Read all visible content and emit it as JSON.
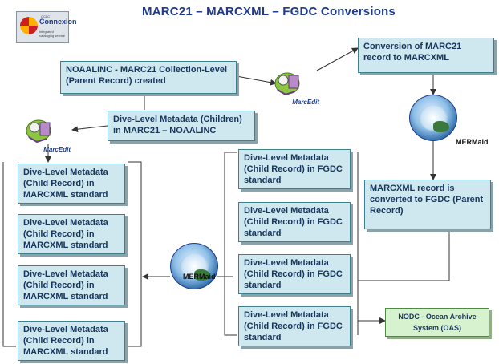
{
  "title": "MARC21 – MARCXML – FGDC Conversions",
  "logo": {
    "name": "Connexion",
    "oclc": "OCLC",
    "tagline": "integrated cataloging service"
  },
  "marcedit_label": "MarcEdit",
  "mermaid_label": "MERMaid",
  "boxes": {
    "collection": "NOAALINC - MARC21 Collection-Level (Parent Record) created",
    "conversion": "Conversion of MARC21 record to MARCXML",
    "children": "Dive-Level Metadata (Children) in MARC21 – NOAALINC",
    "converted": "MARCXML record is converted to FGDC (Parent Record)",
    "oas": "NODC - Ocean Archive System (OAS)"
  },
  "marcxml_records": [
    "Dive-Level Metadata (Child Record) in MARCXML standard",
    "Dive-Level Metadata (Child Record) in MARCXML standard",
    "Dive-Level Metadata (Child Record) in MARCXML standard",
    "Dive-Level Metadata (Child Record) in MARCXML standard"
  ],
  "fgdc_records": [
    "Dive-Level Metadata (Child Record) in FGDC standard",
    "Dive-Level Metadata (Child Record) in FGDC standard",
    "Dive-Level Metadata (Child Record) in FGDC standard",
    "Dive-Level Metadata (Child Record) in FGDC standard"
  ]
}
